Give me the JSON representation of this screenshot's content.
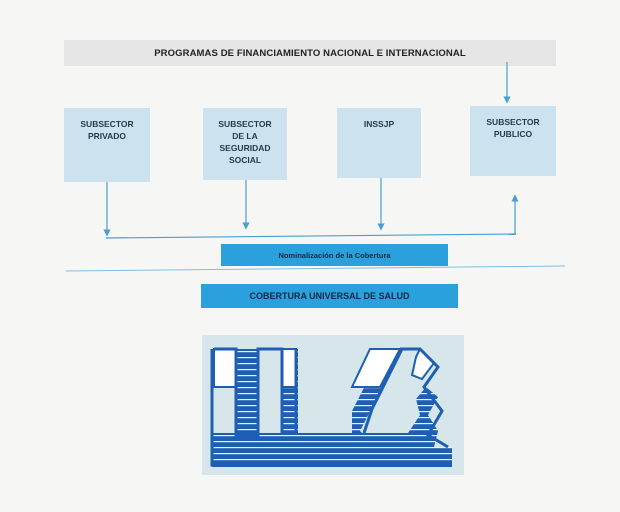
{
  "diagram": {
    "header": "PROGRAMAS DE FINANCIAMIENTO NACIONAL E INTERNACIONAL",
    "boxes": [
      {
        "id": "privado",
        "label": "SUBSECTOR\nPRIVADO"
      },
      {
        "id": "seguridad",
        "label": "SUBSECTOR\nDE LA\nSEGURIDAD\nSOCIAL"
      },
      {
        "id": "inssip",
        "label": "INSSJP"
      },
      {
        "id": "publico",
        "label": "SUBSECTOR\nPUBLICO"
      }
    ],
    "nominalization": "Nominalización de la Cobertura",
    "coverage": "COBERTURA UNIVERSAL DE SALUD"
  },
  "colors": {
    "box_fill": "#cde2ef",
    "bar_fill": "#2aa0dc",
    "arrow": "#4a9fd0",
    "logo_blue": "#1f5fb3"
  },
  "icons": [
    "down-arrow-icon",
    "up-arrow-icon",
    "cus-logo-icon"
  ]
}
